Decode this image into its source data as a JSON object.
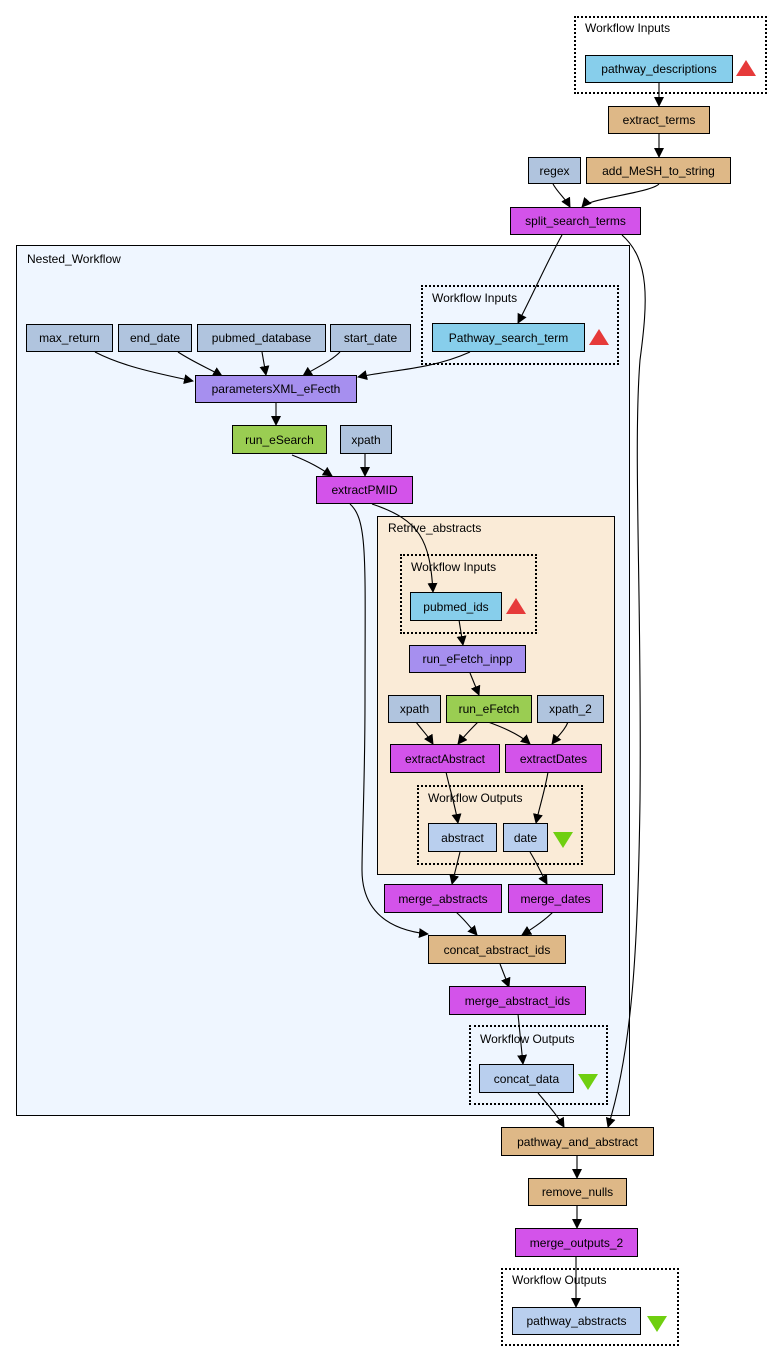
{
  "clusters": {
    "top_inputs": "Workflow Inputs",
    "nested": "Nested_Workflow",
    "nested_inputs": "Workflow Inputs",
    "retrieve": "Retrive_abstracts",
    "retrieve_inputs": "Workflow Inputs",
    "retrieve_outputs": "Workflow Outputs",
    "nested_outputs": "Workflow Outputs",
    "top_outputs": "Workflow Outputs"
  },
  "nodes": {
    "pathway_descriptions": "pathway_descriptions",
    "extract_terms": "extract_terms",
    "regex": "regex",
    "add_mesh": "add_MeSH_to_string",
    "split_search_terms": "split_search_terms",
    "max_return": "max_return",
    "end_date": "end_date",
    "pubmed_database": "pubmed_database",
    "start_date": "start_date",
    "pathway_search_term": "Pathway_search_term",
    "parametersXML": "parametersXML_eFecth",
    "run_esearch": "run_eSearch",
    "xpath_outer": "xpath",
    "extractPMID": "extractPMID",
    "pubmed_ids": "pubmed_ids",
    "run_efetch_inpp": "run_eFetch_inpp",
    "xpath_inner": "xpath",
    "run_efetch": "run_eFetch",
    "xpath_2": "xpath_2",
    "extractAbstract": "extractAbstract",
    "extractDates": "extractDates",
    "abstract": "abstract",
    "date": "date",
    "merge_abstracts": "merge_abstracts",
    "merge_dates": "merge_dates",
    "concat_abstract_ids": "concat_abstract_ids",
    "merge_abstract_ids": "merge_abstract_ids",
    "concat_data": "concat_data",
    "pathway_and_abstract": "pathway_and_abstract",
    "remove_nulls": "remove_nulls",
    "merge_outputs_2": "merge_outputs_2",
    "pathway_abstracts": "pathway_abstracts"
  },
  "colors": {
    "tan": "#deb887",
    "purple": "#d353ea",
    "lilac": "#a68fef",
    "green": "#9acd52",
    "steel": "#b0c4de",
    "sky": "#87ceeb",
    "output": "#b9cfee",
    "nested_bg": "#eff6ff",
    "retrieve_bg": "#faebd7",
    "input_marker": "#e63a3a",
    "output_marker": "#6fcf10"
  }
}
